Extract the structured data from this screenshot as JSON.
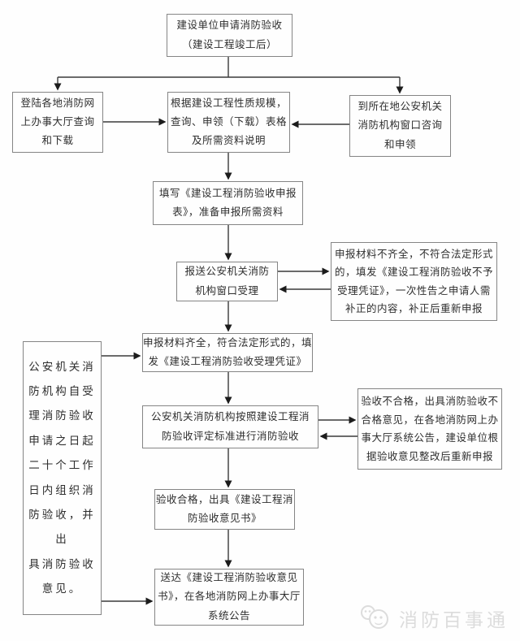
{
  "flowchart": {
    "nodes": {
      "start": {
        "text": "建设单位申请消防验收\n（建设工程竣工后）"
      },
      "portal": {
        "text": "登陆各地消防网\n上办事大厅查询\n和下载"
      },
      "forms": {
        "text": "根据建设工程性质规模，\n查询、申领（下载）表格\n及所需资料说明"
      },
      "counter": {
        "text": "到所在地公安机关\n消防机构窗口咨询\n和申领"
      },
      "fill": {
        "text": "填写《建设工程消防验收申报\n表》，准备申报所需资料"
      },
      "submit": {
        "text": "报送公安机关消防\n机构窗口受理"
      },
      "incomplete": {
        "text": "申报材料不齐全，不符合法定形式\n的，填发《建设工程消防验收不予\n受理凭证》，一次性告之申请人需\n补正的内容，补正后重新申报"
      },
      "complete": {
        "text": "申报材料齐全，符合法定形式的，填\n发《建设工程消防验收受理凭证》"
      },
      "inspect": {
        "text": "公安机关消防机构按照建设工程消\n防验收评定标准进行消防验收"
      },
      "fail": {
        "text": "验收不合格，出具消防验收不\n合格意见，在各地消防网上办\n事大厅系统公告，建设单位根\n据验收意见整改后重新申报"
      },
      "pass": {
        "text": "验收合格，出具《建设工程消\n防验收意见书》"
      },
      "deliver": {
        "text": "送达《建设工程消防验收意见\n书》，在各地消防网上办事大厅\n系统公告"
      },
      "note": {
        "text": "公安机关消\n防机构自受\n理消防验收\n申请之日起\n二十个工作\n日内组织消\n防验收，并出\n具消防验收\n意见。"
      }
    },
    "watermark": {
      "text": "消防百事通"
    }
  },
  "colors": {
    "box_border": "#858585",
    "text": "#2e2e2e",
    "line": "#3a3a3a",
    "watermark": "#dcdcdc",
    "background": "#fefefe"
  }
}
